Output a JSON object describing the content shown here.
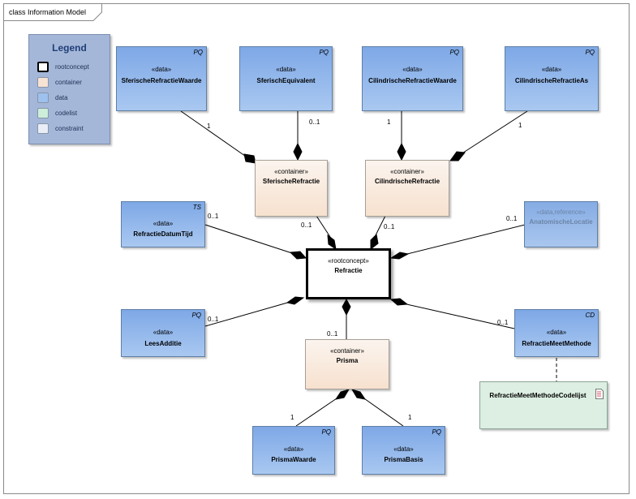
{
  "diagram": {
    "title": "class Information Model"
  },
  "legend": {
    "title": "Legend",
    "items": [
      {
        "label": "rootconcept",
        "color": "#ffffff"
      },
      {
        "label": "container",
        "color": "#f7e3d3"
      },
      {
        "label": "data",
        "color": "#9ec1ee"
      },
      {
        "label": "codelist",
        "color": "#cdeed8"
      },
      {
        "label": "constraint",
        "color": "#e8edf6"
      }
    ]
  },
  "nodes": {
    "sferische_refractie_waarde": {
      "stereotype": "«data»",
      "name": "SferischeRefractieWaarde",
      "type": "PQ"
    },
    "sferisch_equivalent": {
      "stereotype": "«data»",
      "name": "SferischEquivalent",
      "type": "PQ"
    },
    "cilindrische_refractie_waarde": {
      "stereotype": "«data»",
      "name": "CilindrischeRefractieWaarde",
      "type": "PQ"
    },
    "cilindrische_refractie_as": {
      "stereotype": "«data»",
      "name": "CilindrischeRefractieAs",
      "type": "PQ"
    },
    "sferische_refractie": {
      "stereotype": "«container»",
      "name": "SferischeRefractie"
    },
    "cilindrische_refractie": {
      "stereotype": "«container»",
      "name": "CilindrischeRefractie"
    },
    "refractie_datum_tijd": {
      "stereotype": "«data»",
      "name": "RefractieDatumTijd",
      "type": "TS"
    },
    "anatomische_locatie": {
      "stereotype": "«data,reference»",
      "name": "AnatomischeLocatie"
    },
    "refractie": {
      "stereotype": "«rootconcept»",
      "name": "Refractie"
    },
    "lees_additie": {
      "stereotype": "«data»",
      "name": "LeesAdditie",
      "type": "PQ"
    },
    "prisma": {
      "stereotype": "«container»",
      "name": "Prisma"
    },
    "refractie_meet_methode": {
      "stereotype": "«data»",
      "name": "RefractieMeetMethode",
      "type": "CD"
    },
    "refractie_meet_methode_codelijst": {
      "name": "RefractieMeetMethodeCodelijst"
    },
    "prisma_waarde": {
      "stereotype": "«data»",
      "name": "PrismaWaarde",
      "type": "PQ"
    },
    "prisma_basis": {
      "stereotype": "«data»",
      "name": "PrismaBasis",
      "type": "PQ"
    }
  },
  "multiplicities": {
    "sferische_refractie_waarde": "1",
    "sferisch_equivalent": "0..1",
    "cilindrische_refractie_waarde": "1",
    "cilindrische_refractie_as": "1",
    "refractie_datum_tijd": "0..1",
    "sferische_refractie": "0..1",
    "cilindrische_refractie": "0..1",
    "anatomische_locatie": "0..1",
    "lees_additie": "0..1",
    "prisma": "0..1",
    "refractie_meet_methode": "0..1",
    "prisma_waarde": "1",
    "prisma_basis": "1"
  }
}
